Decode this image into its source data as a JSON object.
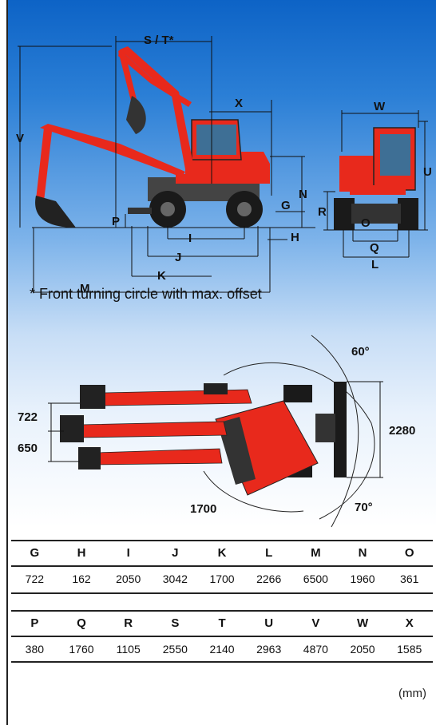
{
  "dims": {
    "st": "S / T*",
    "x": "X",
    "v": "V",
    "n": "N",
    "g": "G",
    "p": "P",
    "h": "H",
    "i": "I",
    "j": "J",
    "k": "K",
    "m": "M",
    "w": "W",
    "u": "U",
    "r": "R",
    "o": "O",
    "q": "Q",
    "l": "L"
  },
  "caption": "* Front turning circle with max. offset",
  "top_view": {
    "offset1": "722",
    "offset2": "650",
    "width": "2280",
    "radius": "1700",
    "angle_left": "60°",
    "angle_right": "70°"
  },
  "table1": {
    "headers": [
      "G",
      "H",
      "I",
      "J",
      "K",
      "L",
      "M",
      "N",
      "O"
    ],
    "values": [
      "722",
      "162",
      "2050",
      "3042",
      "1700",
      "2266",
      "6500",
      "1960",
      "361"
    ]
  },
  "table2": {
    "headers": [
      "P",
      "Q",
      "R",
      "S",
      "T",
      "U",
      "V",
      "W",
      "X"
    ],
    "values": [
      "380",
      "1760",
      "1105",
      "2550",
      "2140",
      "2963",
      "4870",
      "2050",
      "1585"
    ]
  },
  "unit": "(mm)",
  "colors": {
    "machine": "#e8291c",
    "background": "#1a6fd0"
  }
}
